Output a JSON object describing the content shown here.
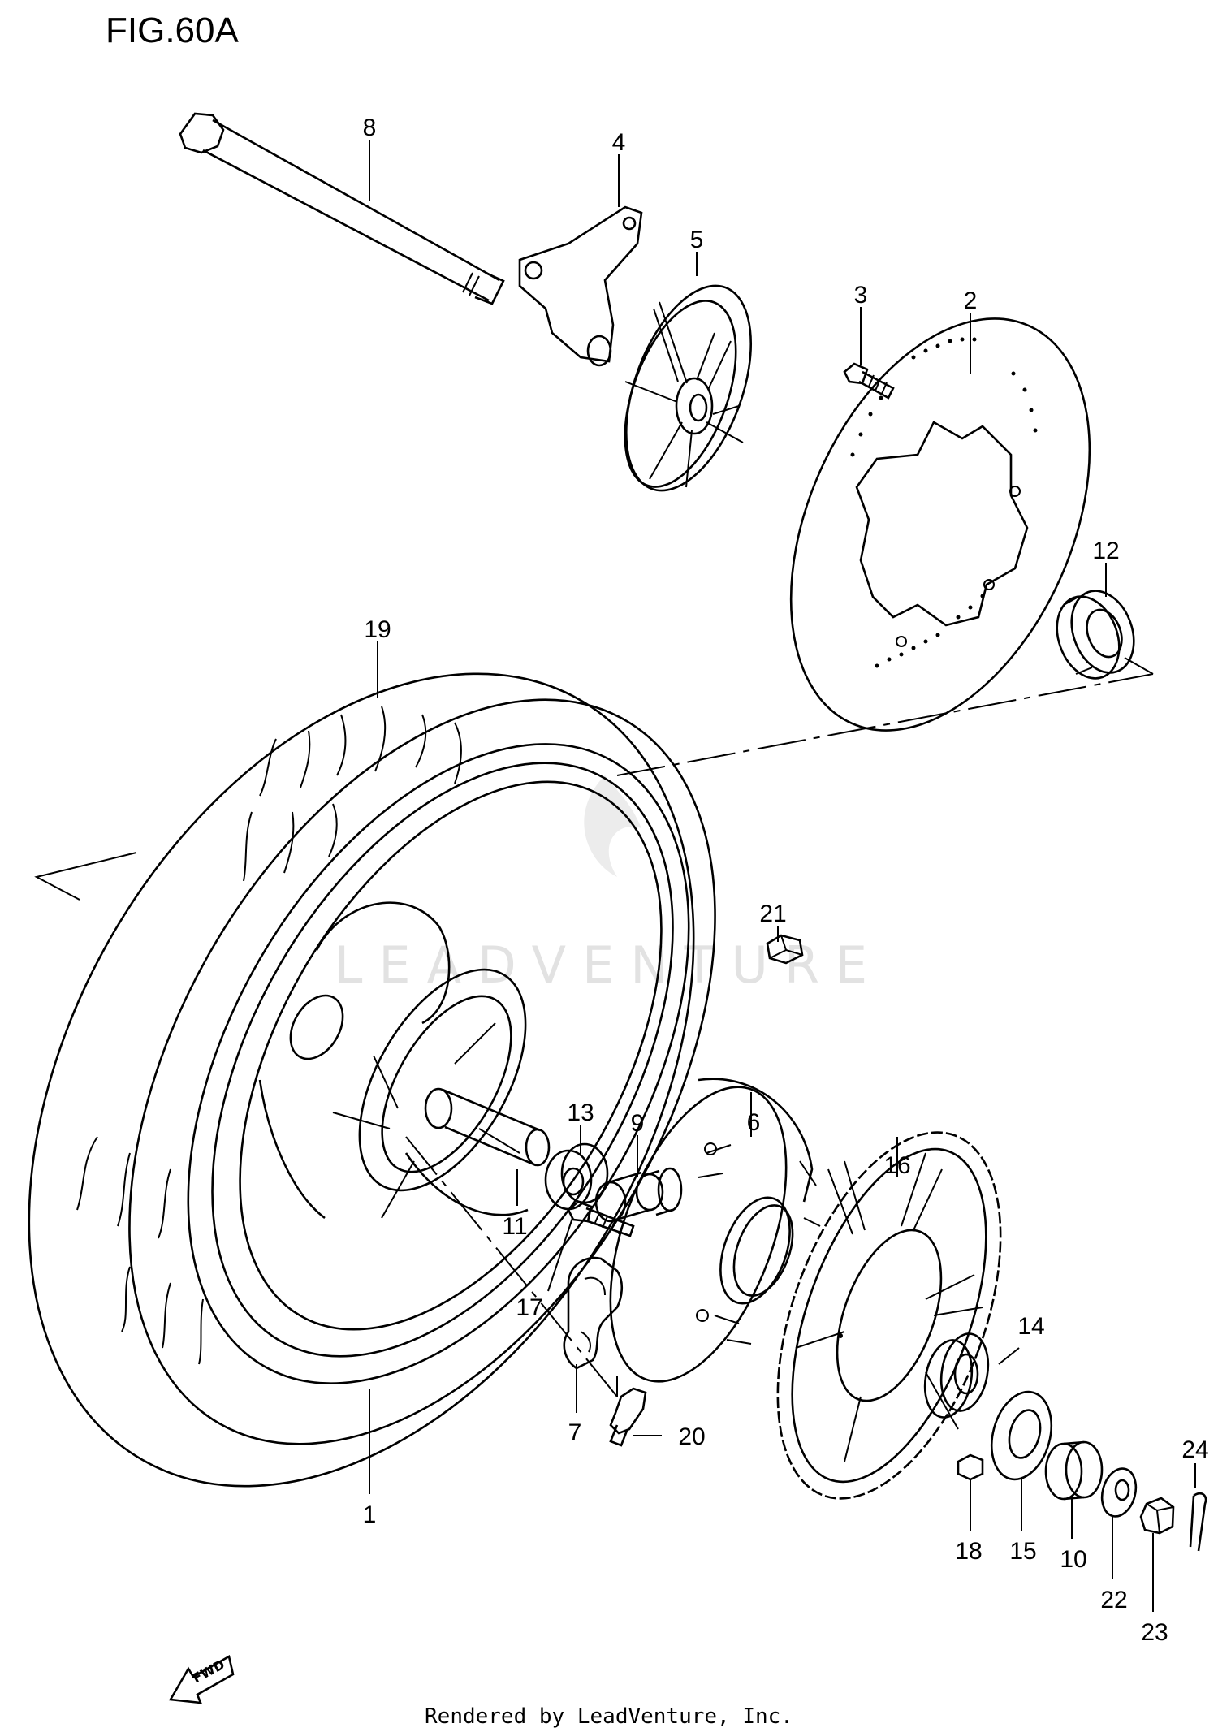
{
  "figure": {
    "title": "FIG.60A"
  },
  "watermark": {
    "text": "LEADVENTURE"
  },
  "footer": {
    "text": "Rendered by LeadVenture, Inc."
  },
  "direction_arrow": {
    "text": "FWD"
  },
  "callouts": [
    "1",
    "2",
    "3",
    "4",
    "5",
    "6",
    "7",
    "8",
    "9",
    "10",
    "11",
    "12",
    "13",
    "14",
    "15",
    "16",
    "17",
    "18",
    "19",
    "20",
    "21",
    "22",
    "23",
    "24"
  ],
  "colors": {
    "line": "#000000",
    "watermark": "#e2e2e2",
    "background": "#ffffff"
  }
}
